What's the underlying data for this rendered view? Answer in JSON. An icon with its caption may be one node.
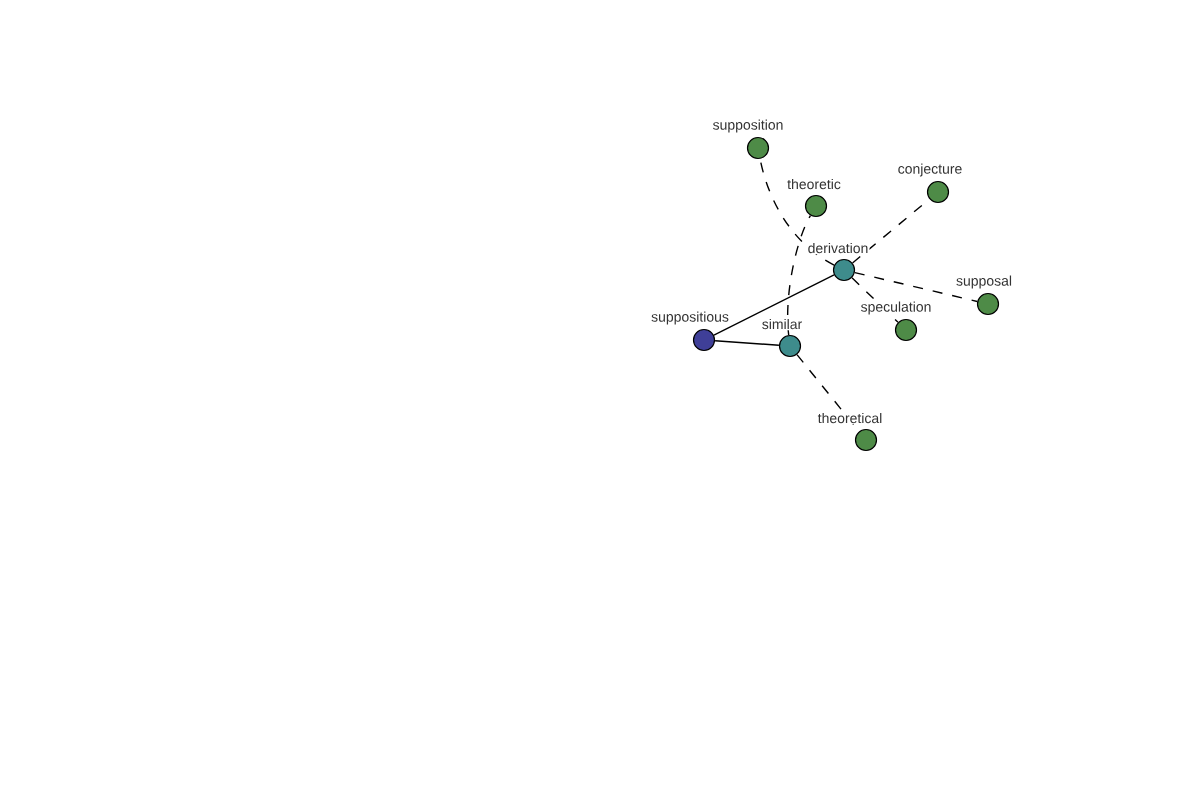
{
  "diagram": {
    "nodes": [
      {
        "text": [
          "supposition"
        ]
      },
      {
        "text": [
          "conjecture"
        ]
      },
      {
        "text": [
          "theoretic"
        ]
      },
      {
        "text": [
          "derivation"
        ]
      },
      {
        "text": [
          "supposal"
        ]
      },
      {
        "text": [
          "speculation"
        ]
      },
      {
        "text": [
          "suppositious"
        ]
      },
      {
        "text": [
          "similar"
        ]
      },
      {
        "text": [
          "theoretical"
        ]
      }
    ],
    "edges": [
      {
        "from": 6,
        "to": 3,
        "arrow": "none"
      },
      {
        "from": 6,
        "to": 7,
        "arrow": "none"
      },
      {
        "from": 3,
        "to": 0,
        "arrow": "none",
        "style": "dashed"
      },
      {
        "from": 3,
        "to": 1,
        "arrow": "none",
        "style": "dashed"
      },
      {
        "from": 3,
        "to": 4,
        "arrow": "none",
        "style": "dashed"
      },
      {
        "from": 3,
        "to": 5,
        "arrow": "none",
        "style": "dashed"
      },
      {
        "from": 7,
        "to": 2,
        "arrow": "none",
        "style": "dashed"
      },
      {
        "from": 7,
        "to": 8,
        "arrow": "none",
        "style": "dashed"
      }
    ]
  }
}
